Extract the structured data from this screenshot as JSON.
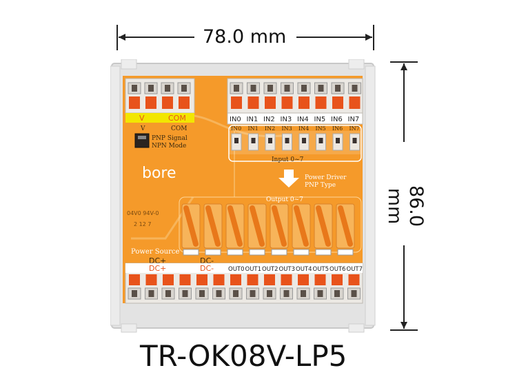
{
  "dimensions": {
    "width_label": "78.0 mm",
    "height_label": "86.0 mm"
  },
  "model_name": "TR-OK08V-LP5",
  "board": {
    "brand": "bore",
    "pcb_marks": "04V0 94V-0",
    "pcb_date": "2 12 7",
    "power_terminals": [
      "V",
      "COM"
    ],
    "power_sub_labels": [
      "V",
      "COM"
    ],
    "signal_mode": {
      "line1": "PNP  Signal",
      "line2": "NPN  Mode"
    },
    "input_labels": [
      "IN0",
      "IN1",
      "IN2",
      "IN3",
      "IN4",
      "IN5",
      "IN6",
      "IN7"
    ],
    "input_group_label": "Input 0~7",
    "driver_label": {
      "line1": "Power Driver",
      "line2": "PNP Type"
    },
    "output_group_label": "Output 0~7",
    "power_source_label": "Power Source",
    "dc_labels": [
      "DC+",
      "DC-"
    ],
    "dc_lower_labels": [
      "DC+",
      "DC-"
    ],
    "output_labels": [
      "OUT0",
      "OUT1",
      "OUT2",
      "OUT3",
      "OUT4",
      "OUT5",
      "OUT6",
      "OUT7"
    ]
  },
  "colors": {
    "pcb": "#f59a2a",
    "terminal_body": "#ece9e4",
    "lever": "#e8531b",
    "rail": "#e6e6e6",
    "yellow_label": "#f2e600",
    "relay": "#f08a1e"
  }
}
